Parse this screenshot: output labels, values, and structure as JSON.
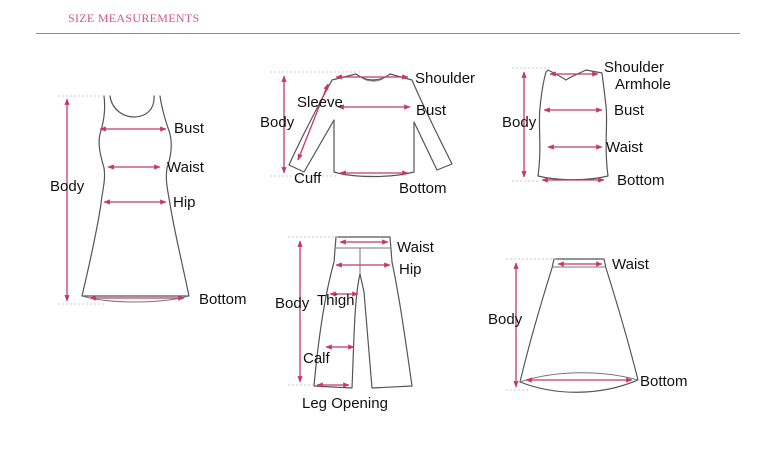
{
  "header": {
    "title": "SIZE MEASUREMENTS"
  },
  "colors": {
    "accent": "#d9557f",
    "arrow": "#c8366a",
    "outline": "#555555",
    "rule": "#c96b88"
  },
  "garments": {
    "dress": {
      "body": "Body",
      "bust": "Bust",
      "waist": "Waist",
      "hip": "Hip",
      "bottom": "Bottom"
    },
    "longsleeve": {
      "body": "Body",
      "sleeve": "Sleeve",
      "shoulder": "Shoulder",
      "bust": "Bust",
      "cuff": "Cuff",
      "bottom": "Bottom"
    },
    "tank": {
      "body": "Body",
      "shoulder": "Shoulder",
      "armhole": "Armhole",
      "bust": "Bust",
      "waist": "Waist",
      "bottom": "Bottom"
    },
    "pants": {
      "body": "Body",
      "waist": "Waist",
      "hip": "Hip",
      "thigh": "Thigh",
      "calf": "Calf",
      "leg_opening": "Leg Opening"
    },
    "skirt": {
      "body": "Body",
      "waist": "Waist",
      "bottom": "Bottom"
    }
  }
}
